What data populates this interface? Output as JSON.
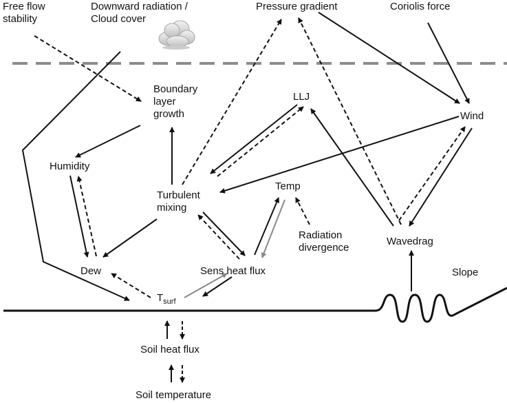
{
  "labels": {
    "free_flow_line1": "Free flow",
    "free_flow_line2": "stability",
    "downward_line1": "Downward radiation /",
    "downward_line2": "Cloud cover",
    "pressure_gradient": "Pressure gradient",
    "coriolis_force": "Coriolis force",
    "boundary_line1": "Boundary",
    "boundary_line2": "layer",
    "boundary_line3": "growth",
    "llj": "LLJ",
    "wind": "Wind",
    "humidity": "Humidity",
    "turbulent_line1": "Turbulent",
    "turbulent_line2": "mixing",
    "temp": "Temp",
    "radiation_line1": "Radiation",
    "radiation_line2": "divergence",
    "wavedrag": "Wavedrag",
    "dew": "Dew",
    "sens_heat_flux": "Sens heat flux",
    "slope": "Slope",
    "tsurf_main": "T",
    "tsurf_sub": "surf",
    "soil_heat_flux": "Soil heat flux",
    "soil_temperature": "Soil temperature"
  },
  "colors": {
    "line": "#111111",
    "gray_arrow": "#888888",
    "boundary_dash": "#8c8c8c",
    "cloud_fill": "#d9d9d9",
    "cloud_stroke": "#a6a6a6"
  }
}
